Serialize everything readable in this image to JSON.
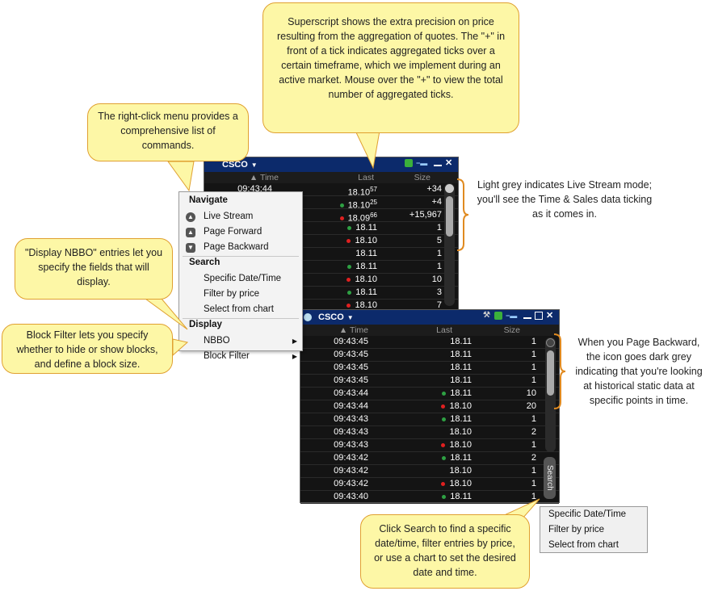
{
  "callouts": {
    "superscript": "Superscript shows the extra precision on price resulting from the aggregation of quotes. The \"+\" in front of a tick indicates aggregated ticks over a certain timeframe, which we implement during an active market. Mouse over the \"+\" to view the total number of aggregated ticks.",
    "right_click": "The right-click menu provides a comprehensive list of commands.",
    "nbbo": "\"Display NBBO\" entries let you specify the fields that will display.",
    "block_filter": "Block Filter lets you specify whether to hide or show blocks, and define a block size.",
    "search": "Click Search to find a specific date/time, filter entries by price, or use a chart to set the desired date and time."
  },
  "notes": {
    "live_stream": "Light grey indicates Live Stream mode; you'll see the Time & Sales data ticking as it comes in.",
    "page_backward": "When you Page Backward, the icon goes dark grey indicating that you're looking at historical static data at specific points in time."
  },
  "window_top": {
    "symbol": "CSCO",
    "headers": {
      "time": "Time",
      "last": "Last",
      "size": "Size"
    },
    "rows": [
      {
        "time": "09:43:44",
        "price": "18.10",
        "sup": "57",
        "size": "+34",
        "dot": ""
      },
      {
        "time": "",
        "price": "18.10",
        "sup": "25",
        "size": "+4",
        "dot": "g"
      },
      {
        "time": "",
        "price": "18.09",
        "sup": "66",
        "size": "+15,967",
        "dot": "r"
      },
      {
        "time": "",
        "price": "18.11",
        "sup": "",
        "size": "1",
        "dot": "g"
      },
      {
        "time": "",
        "price": "18.10",
        "sup": "",
        "size": "5",
        "dot": "r"
      },
      {
        "time": "",
        "price": "18.11",
        "sup": "",
        "size": "1",
        "dot": ""
      },
      {
        "time": "",
        "price": "18.11",
        "sup": "",
        "size": "1",
        "dot": "g"
      },
      {
        "time": "",
        "price": "18.10",
        "sup": "",
        "size": "10",
        "dot": "r"
      },
      {
        "time": "",
        "price": "18.11",
        "sup": "",
        "size": "3",
        "dot": "g"
      },
      {
        "time": "",
        "price": "18.10",
        "sup": "",
        "size": "7",
        "dot": "r"
      }
    ]
  },
  "window_bottom": {
    "symbol": "CSCO",
    "headers": {
      "time": "Time",
      "last": "Last",
      "size": "Size"
    },
    "search_label": "Search",
    "rows": [
      {
        "time": "09:43:45",
        "price": "18.11",
        "size": "1",
        "dot": ""
      },
      {
        "time": "09:43:45",
        "price": "18.11",
        "size": "1",
        "dot": ""
      },
      {
        "time": "09:43:45",
        "price": "18.11",
        "size": "1",
        "dot": ""
      },
      {
        "time": "09:43:45",
        "price": "18.11",
        "size": "1",
        "dot": ""
      },
      {
        "time": "09:43:44",
        "price": "18.11",
        "size": "10",
        "dot": "g"
      },
      {
        "time": "09:43:44",
        "price": "18.10",
        "size": "20",
        "dot": "r"
      },
      {
        "time": "09:43:43",
        "price": "18.11",
        "size": "1",
        "dot": "g"
      },
      {
        "time": "09:43:43",
        "price": "18.10",
        "size": "2",
        "dot": ""
      },
      {
        "time": "09:43:43",
        "price": "18.10",
        "size": "1",
        "dot": "r"
      },
      {
        "time": "09:43:42",
        "price": "18.11",
        "size": "2",
        "dot": "g"
      },
      {
        "time": "09:43:42",
        "price": "18.10",
        "size": "1",
        "dot": ""
      },
      {
        "time": "09:43:42",
        "price": "18.10",
        "size": "1",
        "dot": "r"
      },
      {
        "time": "09:43:40",
        "price": "18.11",
        "size": "1",
        "dot": "g"
      }
    ]
  },
  "context_menu": {
    "navigate": "Navigate",
    "live_stream": "Live Stream",
    "page_forward": "Page Forward",
    "page_backward": "Page Backward",
    "search": "Search",
    "specific_date": "Specific Date/Time",
    "filter_price": "Filter by price",
    "select_chart": "Select from chart",
    "display": "Display",
    "nbbo": "NBBO",
    "block_filter": "Block Filter"
  },
  "search_menu": {
    "specific_date": "Specific Date/Time",
    "filter_price": "Filter by price",
    "select_chart": "Select from chart"
  }
}
